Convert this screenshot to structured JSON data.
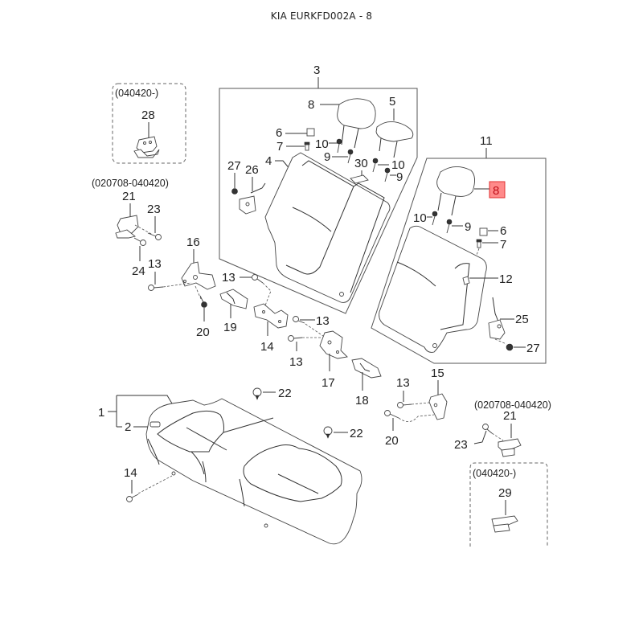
{
  "title": "KIA EURKFD002A - 8",
  "highlight_color": "#ff8a8a",
  "groups": {
    "box_040420_top": "(040420-)",
    "range_020708_left": "(020708-040420)",
    "range_020708_right": "(020708-040420)",
    "box_040420_bottom": "(040420-)"
  },
  "callouts": {
    "c1": "1",
    "c2": "2",
    "c3": "3",
    "c4": "4",
    "c5": "5",
    "c6a": "6",
    "c6b": "6",
    "c7a": "7",
    "c7b": "7",
    "c8a": "8",
    "c8b_selected": "8",
    "c9a": "9",
    "c9b": "9",
    "c9c": "9",
    "c10a": "10",
    "c10b": "10",
    "c10c": "10",
    "c11": "11",
    "c12": "12",
    "c13a": "13",
    "c13b": "13",
    "c13c": "13",
    "c13d": "13",
    "c13e": "13",
    "c14a": "14",
    "c14b": "14",
    "c15": "15",
    "c16": "16",
    "c17": "17",
    "c18": "18",
    "c19": "19",
    "c20a": "20",
    "c20b": "20",
    "c21a": "21",
    "c21b": "21",
    "c22a": "22",
    "c22b": "22",
    "c23a": "23",
    "c23b": "23",
    "c24": "24",
    "c25": "25",
    "c26": "26",
    "c27a": "27",
    "c27b": "27",
    "c28": "28",
    "c29": "29",
    "c30": "30"
  }
}
